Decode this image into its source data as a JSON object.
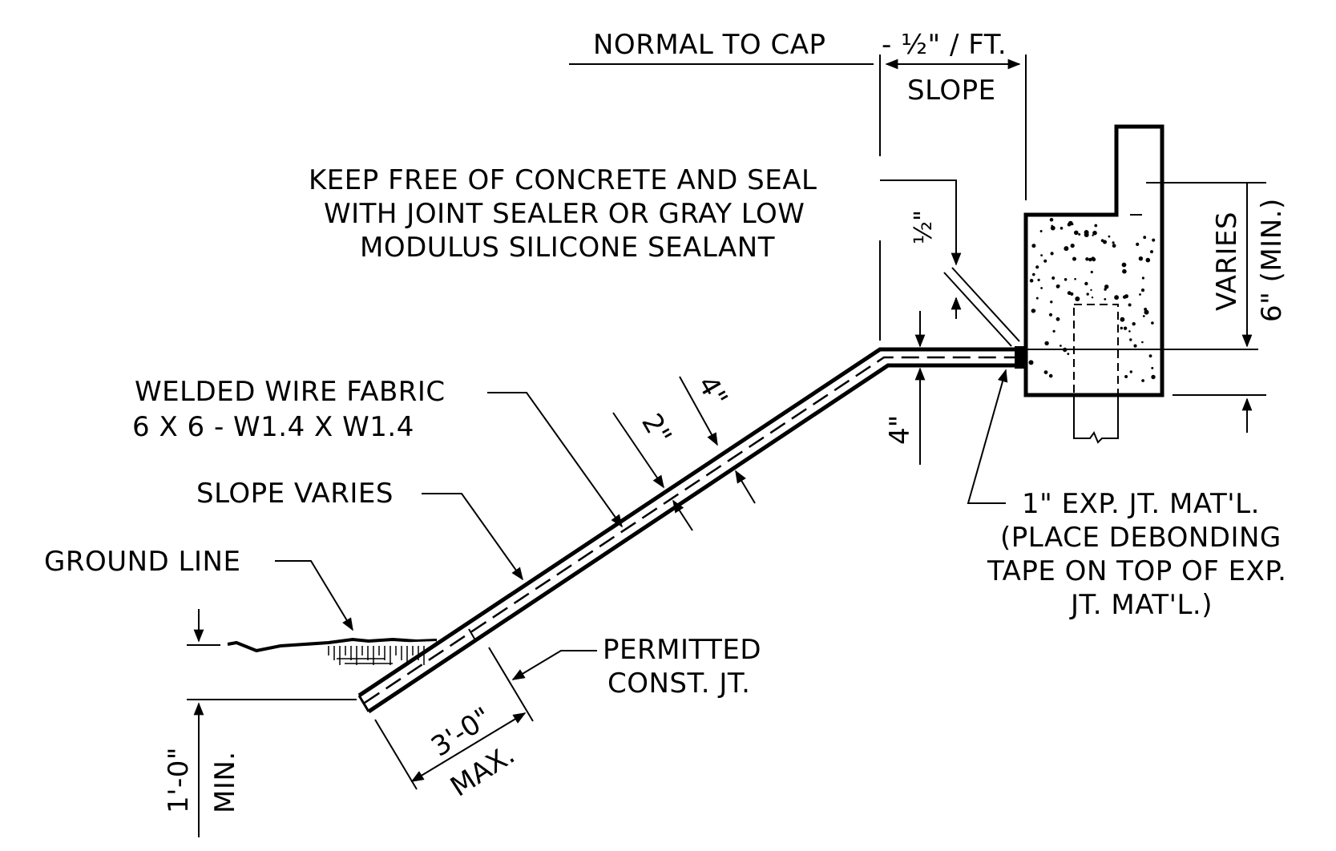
{
  "labels": {
    "normal_to_cap": "NORMAL TO CAP",
    "half_per_ft": "- ½\" / FT.",
    "slope": "SLOPE",
    "keep_free_1": "KEEP FREE OF CONCRETE AND SEAL",
    "keep_free_2": "WITH JOINT SEALER OR GRAY LOW",
    "keep_free_3": "MODULUS SILICONE SEALANT",
    "half_inch": "½\"",
    "varies": "VARIES",
    "six_min": "6\" (MIN.)",
    "wwf_1": "WELDED WIRE FABRIC",
    "wwf_2": "6  X  6 - W1.4  X  W1.4",
    "four_in_diag": "4\"",
    "two_in_diag": "2\"",
    "four_in_vert": "4\"",
    "slope_varies": "SLOPE VARIES",
    "exp_jt_1": "1\" EXP. JT. MAT'L.",
    "exp_jt_2": "(PLACE DEBONDING",
    "exp_jt_3": "TAPE ON TOP OF EXP.",
    "exp_jt_4": "JT. MAT'L.)",
    "ground_line": "GROUND LINE",
    "permitted_1": "PERMITTED",
    "permitted_2": "CONST. JT.",
    "three_ft": "3'-0\"",
    "max": "MAX.",
    "one_ft": "1'-0\"",
    "min": "MIN."
  },
  "colors": {
    "ink": "#000000",
    "paper": "#ffffff"
  }
}
